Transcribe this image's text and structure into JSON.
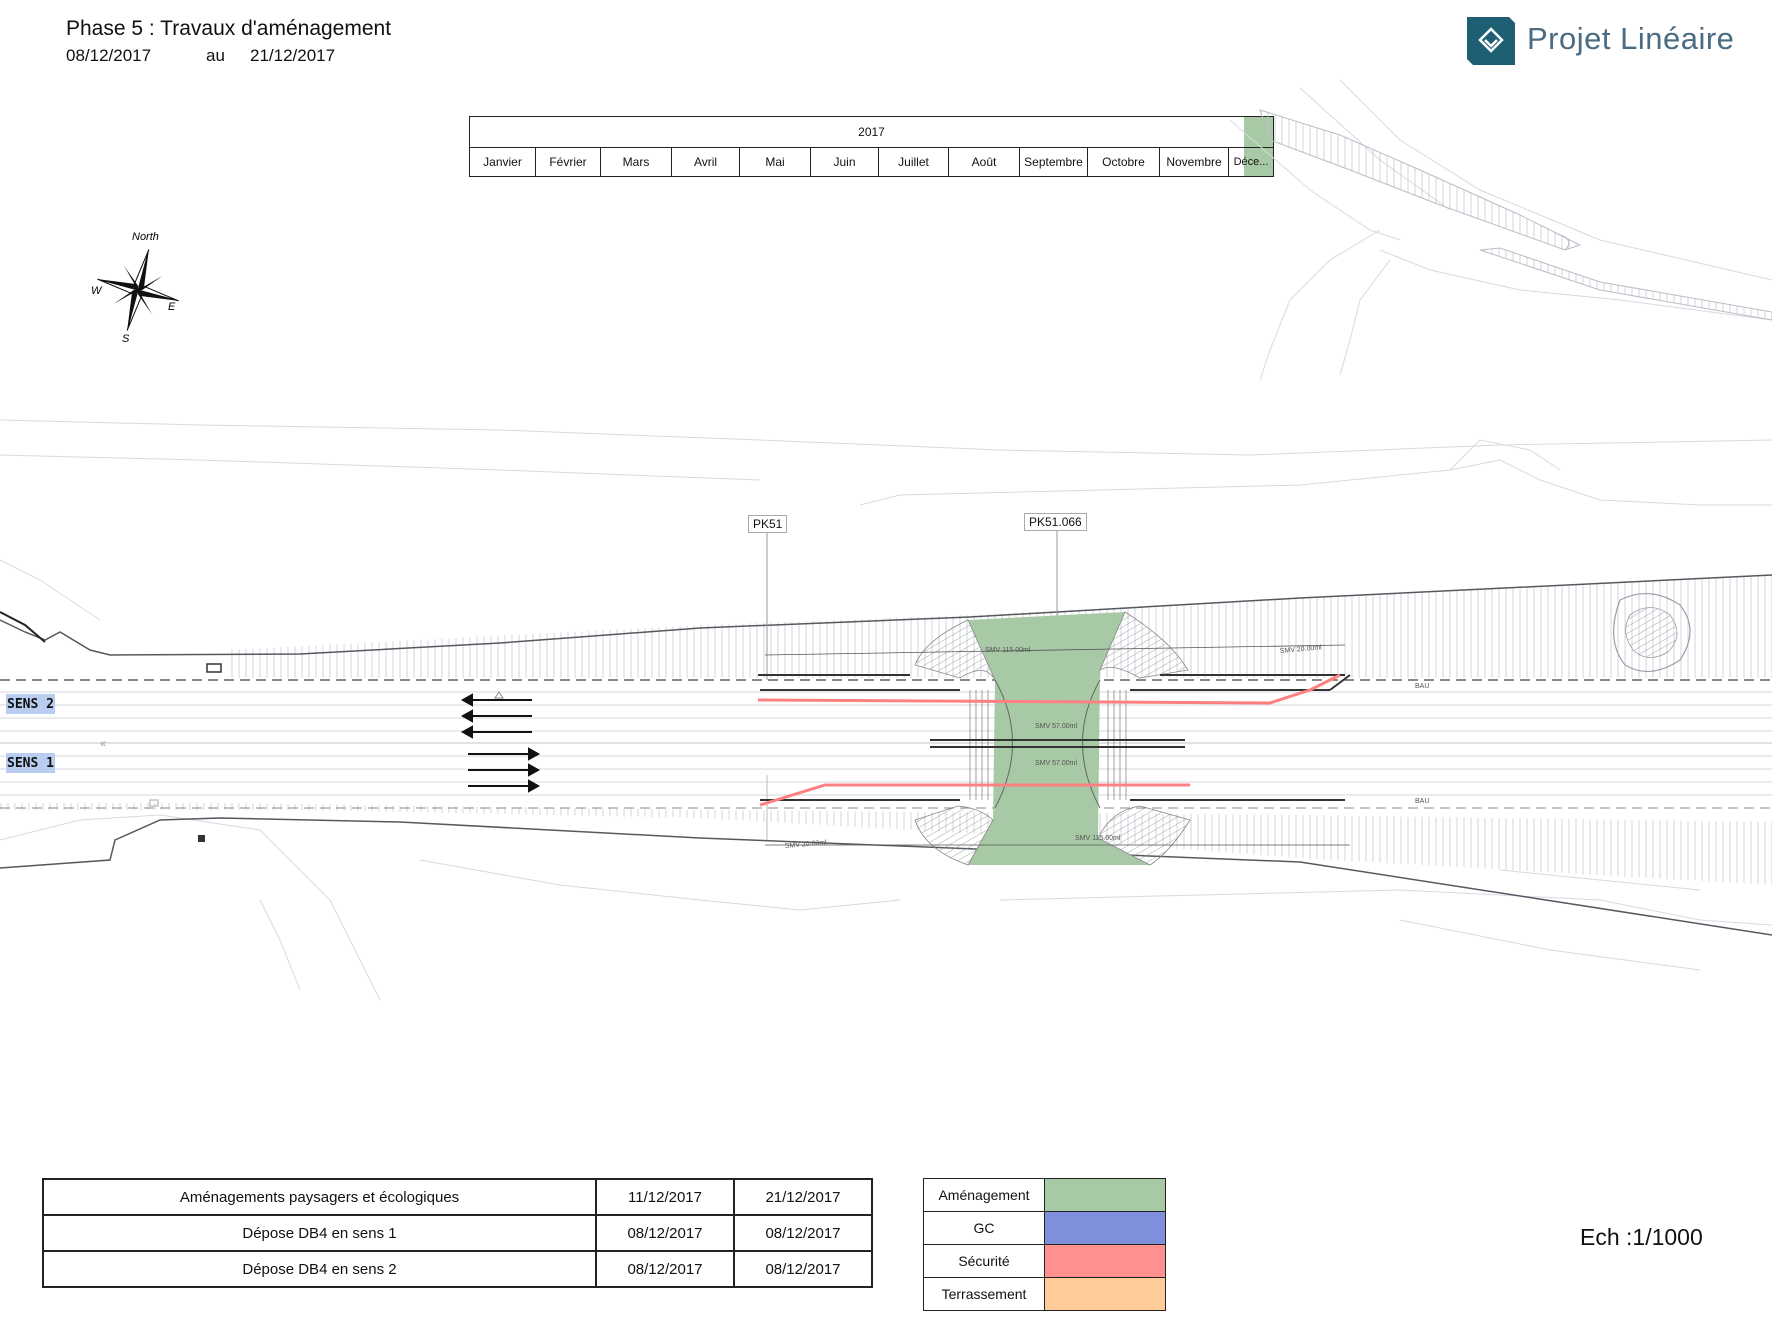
{
  "header": {
    "title": "Phase 5 : Travaux d'aménagement",
    "date_start": "08/12/2017",
    "date_sep": "au",
    "date_end": "21/12/2017"
  },
  "logo": {
    "text": "Projet Linéaire",
    "color": "#1e5f74"
  },
  "timeline": {
    "year": "2017",
    "months": [
      "Janvier",
      "Février",
      "Mars",
      "Avril",
      "Mai",
      "Juin",
      "Juillet",
      "Août",
      "Septembre",
      "Octobre",
      "Novembre",
      "Déce..."
    ],
    "highlight_color": "#a7c9a5"
  },
  "compass": {
    "north": "North",
    "east": "E",
    "south": "S",
    "west": "W"
  },
  "plan": {
    "pk_labels": [
      "PK51",
      "PK51.066"
    ],
    "sens_labels": [
      "SENS 2",
      "SENS 1"
    ],
    "dimension_labels": [
      "SMV 115.00ml",
      "SMV 20.00ml",
      "SMV 57.00ml",
      "SMV 57.00ml",
      "SMV 115.00ml",
      "SMV 20.00ml"
    ],
    "baj_labels": [
      "BAU",
      "BAU"
    ]
  },
  "tasks": [
    {
      "name": "Aménagements paysagers et écologiques",
      "start": "11/12/2017",
      "end": "21/12/2017"
    },
    {
      "name": "Dépose DB4 en sens 1",
      "start": "08/12/2017",
      "end": "08/12/2017"
    },
    {
      "name": "Dépose DB4 en sens 2",
      "start": "08/12/2017",
      "end": "08/12/2017"
    }
  ],
  "legend": [
    {
      "label": "Aménagement",
      "color": "#a7c9a5"
    },
    {
      "label": "GC",
      "color": "#7f8fdc"
    },
    {
      "label": "Sécurité",
      "color": "#ff9090"
    },
    {
      "label": "Terrassement",
      "color": "#ffcc99"
    }
  ],
  "scale": "Ech :1/1000"
}
